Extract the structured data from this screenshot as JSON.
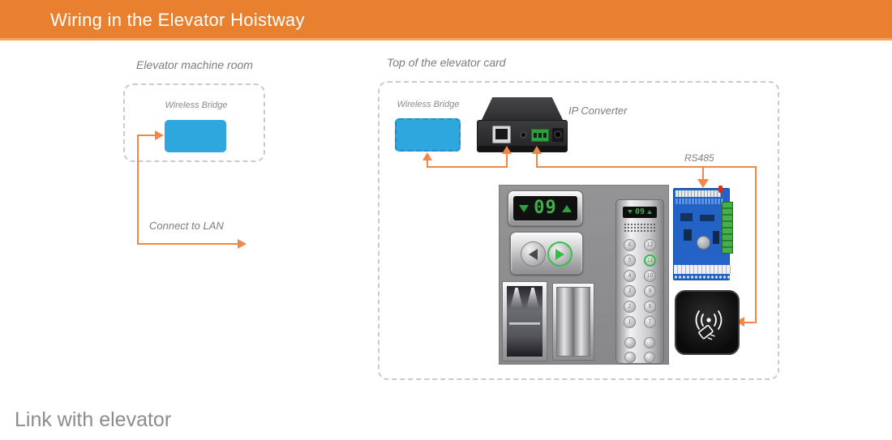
{
  "header": {
    "title": "Wiring in the Elevator Hoistway"
  },
  "machine_room": {
    "title": "Elevator machine room",
    "bridge_label": "Wireless Bridge",
    "lan_label": "Connect to LAN"
  },
  "elevator_top": {
    "title": "Top of the elevator card",
    "bridge_label": "Wireless Bridge",
    "converter_label": "IP Converter",
    "rs485_label": "RS485"
  },
  "elevator_panel": {
    "main_display_floor": "09",
    "cop_display_floor": "09",
    "floor_buttons": [
      "6",
      "12",
      "5",
      "11",
      "4",
      "10",
      "3",
      "9",
      "2",
      "8",
      "1",
      "7"
    ],
    "lit_floor_button": "11"
  },
  "footer": {
    "caption": "Link with elevator"
  },
  "colors": {
    "accent_orange": "#E8812F",
    "connector_orange": "#F28749",
    "bridge_blue": "#2EA7DE",
    "display_green": "#3FAF4C",
    "pcb_blue": "#2363C6"
  }
}
